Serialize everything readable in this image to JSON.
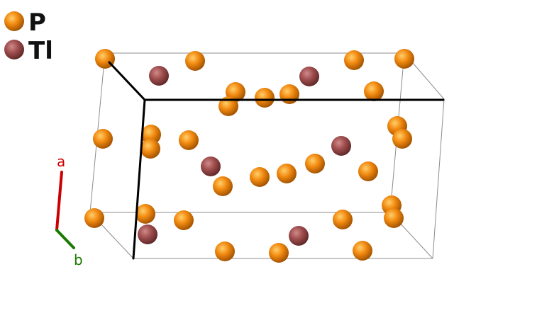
{
  "legend": [
    {
      "symbol": "P",
      "color": "#f28a10"
    },
    {
      "symbol": "Tl",
      "color": "#a04e4e"
    }
  ],
  "axes": [
    {
      "label": "a",
      "color": "#cc0000"
    },
    {
      "label": "b",
      "color": "#1a7a00"
    }
  ],
  "lattice_line_color": "#000000",
  "cell_edge_color": "#8c8c8c",
  "atom_colors": {
    "P": "#f28a10",
    "Tl": "#a04e4e"
  }
}
